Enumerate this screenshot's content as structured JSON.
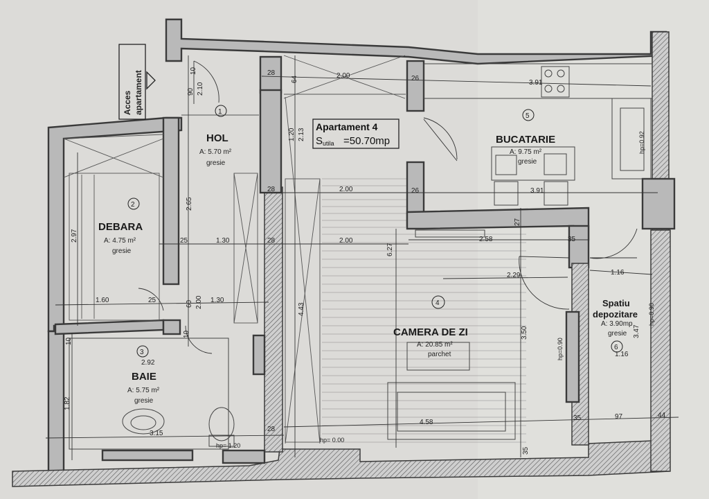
{
  "entrance": {
    "label_1": "Acces",
    "label_2": "apartament"
  },
  "apartment": {
    "title": "Apartament 4",
    "s": "S",
    "sub": "utila",
    "area": "=50.70mp"
  },
  "rooms": [
    {
      "num": "1",
      "name": "HOL",
      "area": "A: 5.70 m²",
      "floor": "gresie"
    },
    {
      "num": "2",
      "name": "DEBARA",
      "area": "A: 4.75 m²",
      "floor": "gresie"
    },
    {
      "num": "3",
      "name": "BAIE",
      "area": "A: 5.75 m²",
      "floor": "gresie"
    },
    {
      "num": "4",
      "name": "CAMERA DE ZI",
      "area": "A: 20.85 m²",
      "floor": "parchet"
    },
    {
      "num": "5",
      "name": "BUCATARIE",
      "area": "A: 9.75 m²",
      "floor": "gresie"
    },
    {
      "num": "6",
      "name_1": "Spatiu",
      "name_2": "depozitare",
      "area": "A: 3.90mp",
      "floor": "gresie"
    }
  ],
  "dims": {
    "d_28_top": "28",
    "d_64": "64",
    "d_200_top": "2.00",
    "d_26_top": "26",
    "d_391_top": "3.91",
    "d_10_top": "10",
    "d_210": "2.10",
    "d_90": "90",
    "d_120": "1.20",
    "d_213": "2.13",
    "d_28_mid": "28",
    "d_200_mid": "2.00",
    "d_26_mid": "26",
    "d_391_mid": "3.91",
    "d_265": "2.65",
    "d_297": "2.97",
    "d_25_a": "25",
    "d_130_a": "1.30",
    "d_28_b": "28",
    "d_200_c": "2.00",
    "d_627": "6.27",
    "d_258": "2.58",
    "d_27": "27",
    "d_35_a": "35",
    "d_229": "2.29",
    "d_116_a": "1.16",
    "d_160": "1.60",
    "d_25_b": "25",
    "d_60": "60",
    "d_200_v": "2.00",
    "d_130_b": "1.30",
    "d_443": "4.43",
    "d_350": "3.50",
    "d_347": "3.47",
    "d_10_baie": "10",
    "d_10_hol": "10",
    "d_292": "2.92",
    "d_182": "1.82",
    "d_116_b": "1.16",
    "d_315": "3.15",
    "d_28_bot": "28",
    "d_458": "4.58",
    "d_35_b": "35",
    "d_97": "97",
    "d_44": "44",
    "d_35_c": "35",
    "hp_092": "hp=0.92",
    "hp_090_a": "hp=0.90",
    "hp_090_b": "hp=0.90",
    "hp_120": "hp= 1.20",
    "hp_000": "hp= 0.00"
  }
}
